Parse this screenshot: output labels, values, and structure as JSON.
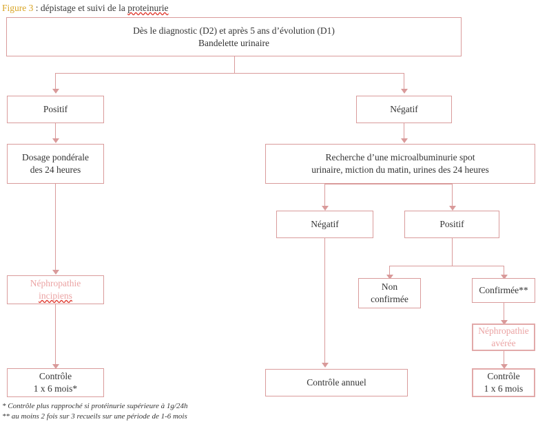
{
  "caption": {
    "figure_label": "Figure 3",
    "separator": " : ",
    "text_before": "dépistage et suivi de la ",
    "misspelled_word": "proteinurie",
    "label_color": "#d9a526"
  },
  "theme": {
    "border_color": "#d99a9a",
    "text_color": "#333333",
    "pink_text_color": "#eba3a3",
    "spellcheck_underline": "#e03a2f",
    "background": "#ffffff"
  },
  "nodes": {
    "root": {
      "line1": "Dès le diagnostic (D2) et  après 5 ans d’évolution (D1)",
      "line2": "Bandelette urinaire"
    },
    "positif_left": {
      "line1": "Positif"
    },
    "negatif_right": {
      "line1": "Négatif"
    },
    "dosage": {
      "line1": "Dosage pondérale",
      "line2": "des 24 heures"
    },
    "recherche": {
      "line1": "Recherche d’une microalbuminurie spot",
      "line2": "urinaire, miction du matin, urines des 24 heures"
    },
    "negatif_mid": {
      "line1": "Négatif"
    },
    "positif_mid": {
      "line1": "Positif"
    },
    "nephropathie_incipiens": {
      "line1": "Néphropathie",
      "line2": "incipiens"
    },
    "non_confirmee": {
      "line1": "Non",
      "line2": "confirmée"
    },
    "confirmee": {
      "line1": "Confirmée**"
    },
    "nephropathie_averee": {
      "line1": "Néphropathie",
      "line2": "avérée"
    },
    "controle_left": {
      "line1": "Contrôle",
      "line2": "1 x 6 mois*"
    },
    "controle_annuel": {
      "line1": "Contrôle annuel"
    },
    "controle_right": {
      "line1": "Contrôle",
      "line2": "1 x 6 mois"
    }
  },
  "footnotes": {
    "one": "* Contrôle plus rapproché si protéinurie supérieure à 1g/24h",
    "two": "** au moins 2 fois sur 3 recueils sur une période de 1-6 mois"
  }
}
